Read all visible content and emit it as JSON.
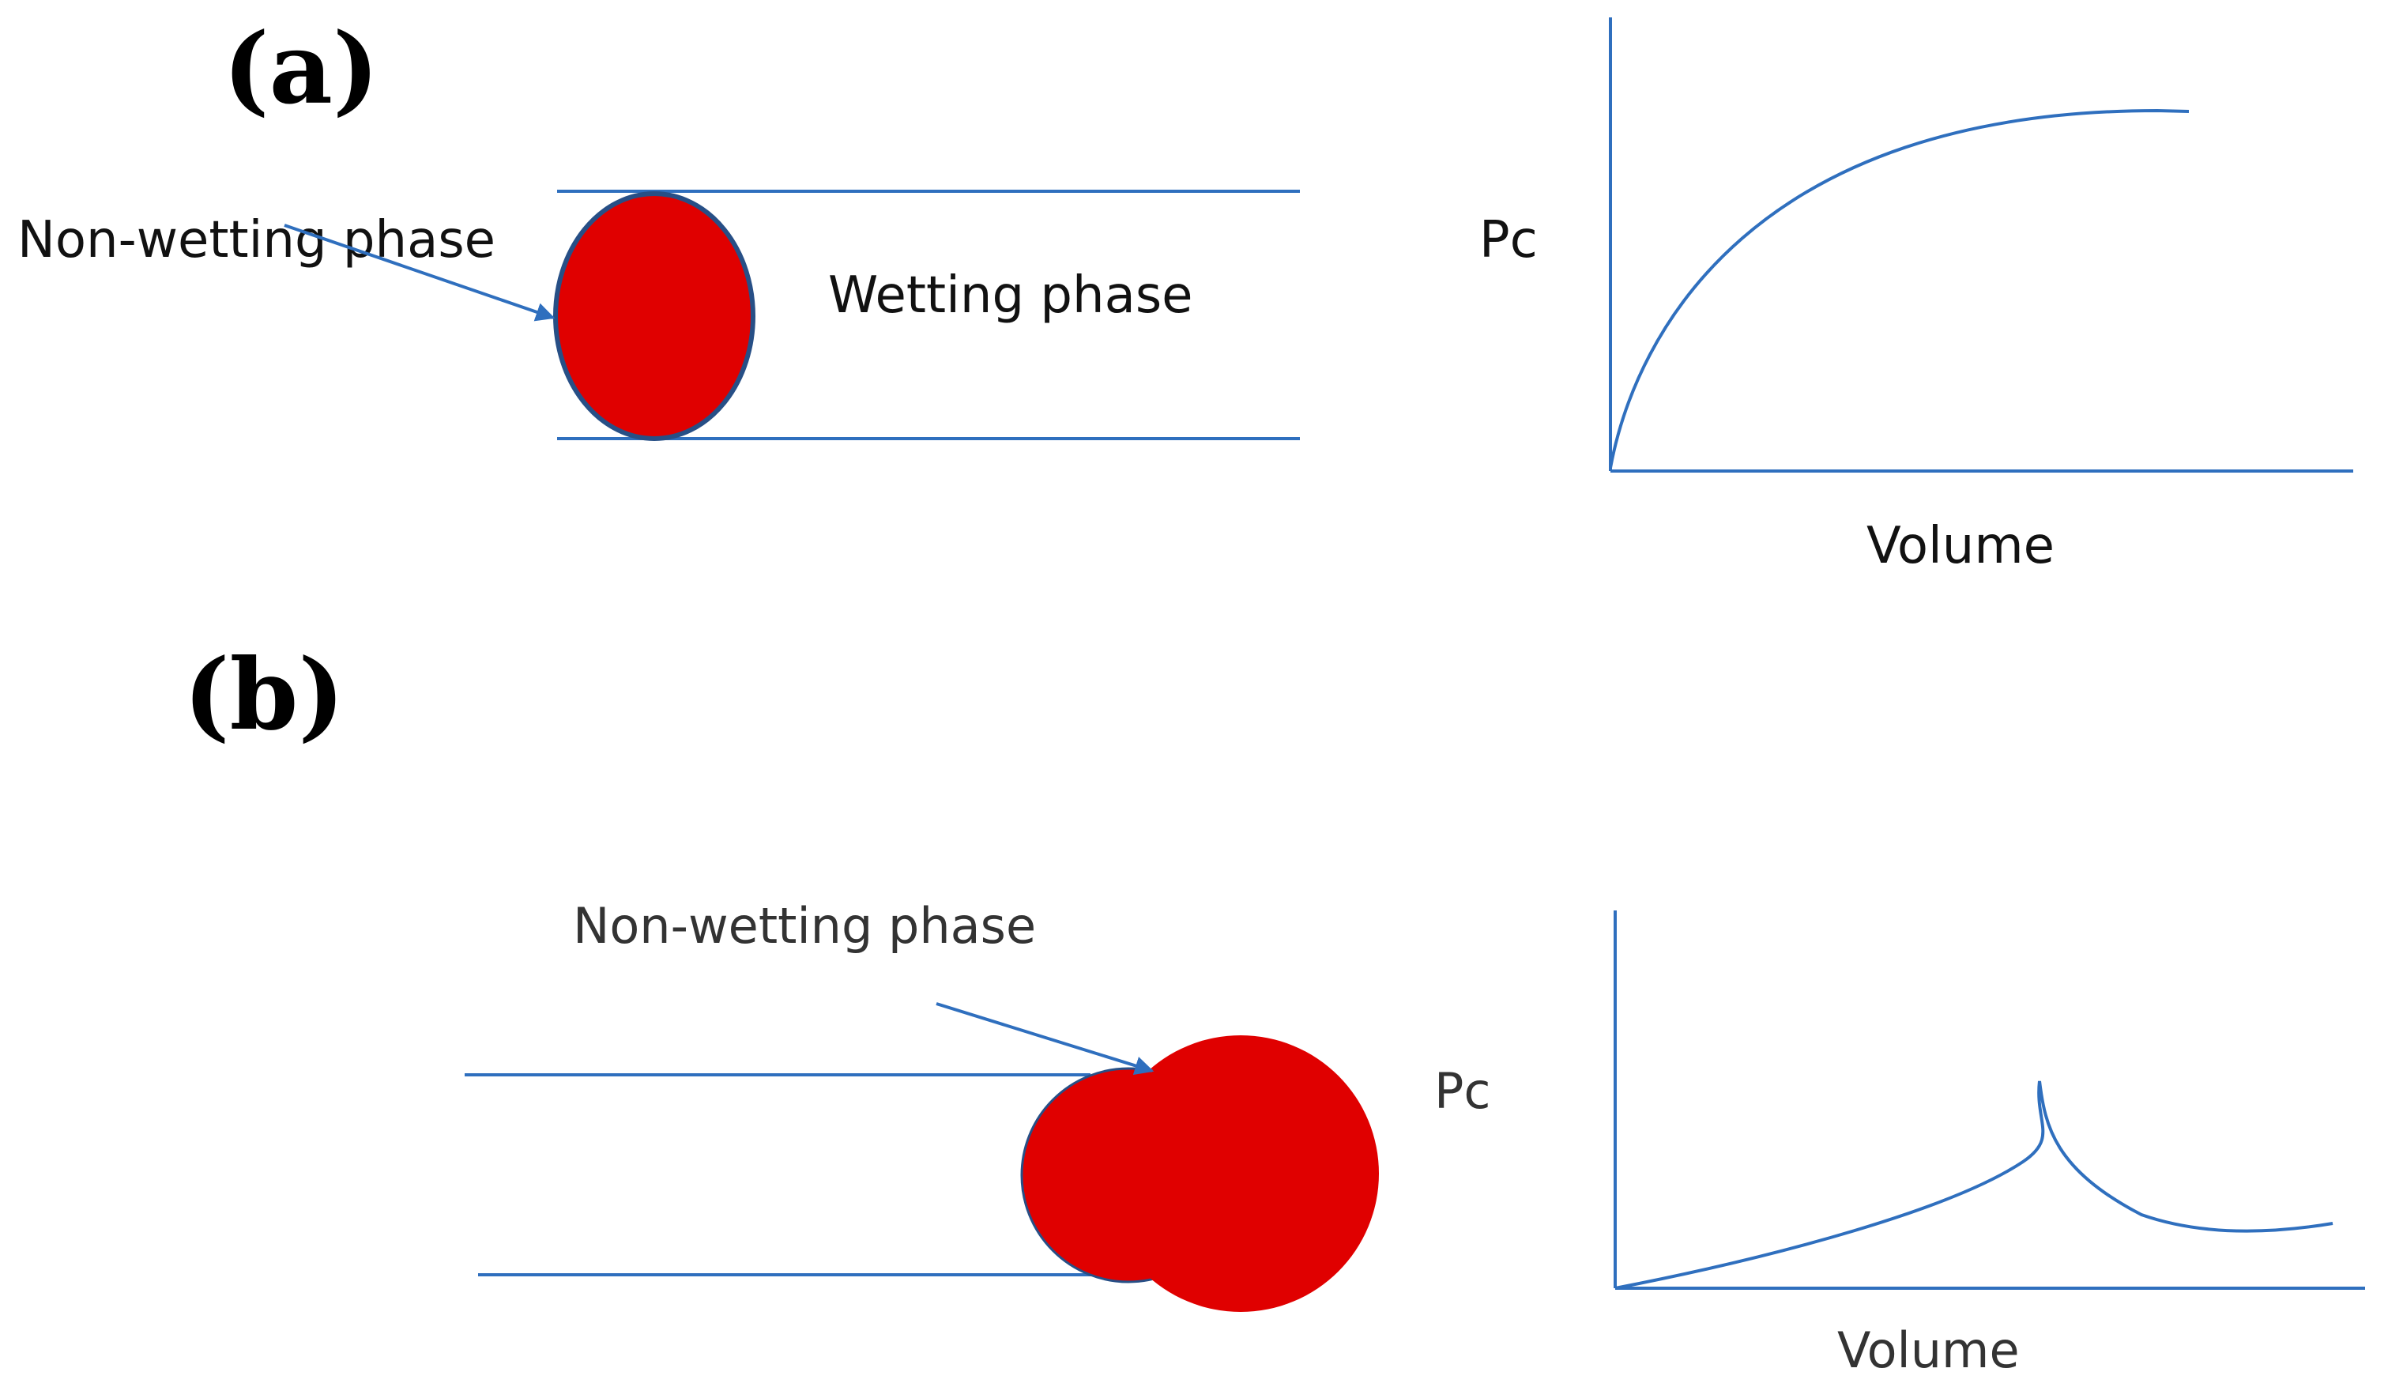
{
  "panel_a": {
    "label": "(a)",
    "non_wetting_label": "Non-wetting phase",
    "wetting_label": "Wetting phase",
    "graph": {
      "y_label": "Pc",
      "x_label": "Volume"
    }
  },
  "panel_b": {
    "label": "(b)",
    "non_wetting_label": "Non-wetting phase",
    "graph": {
      "y_label": "Pc",
      "x_label": "Volume"
    }
  },
  "colors": {
    "line_blue": "#2f6fbe",
    "droplet_red": "#e00000",
    "droplet_outline": "#274f86"
  }
}
